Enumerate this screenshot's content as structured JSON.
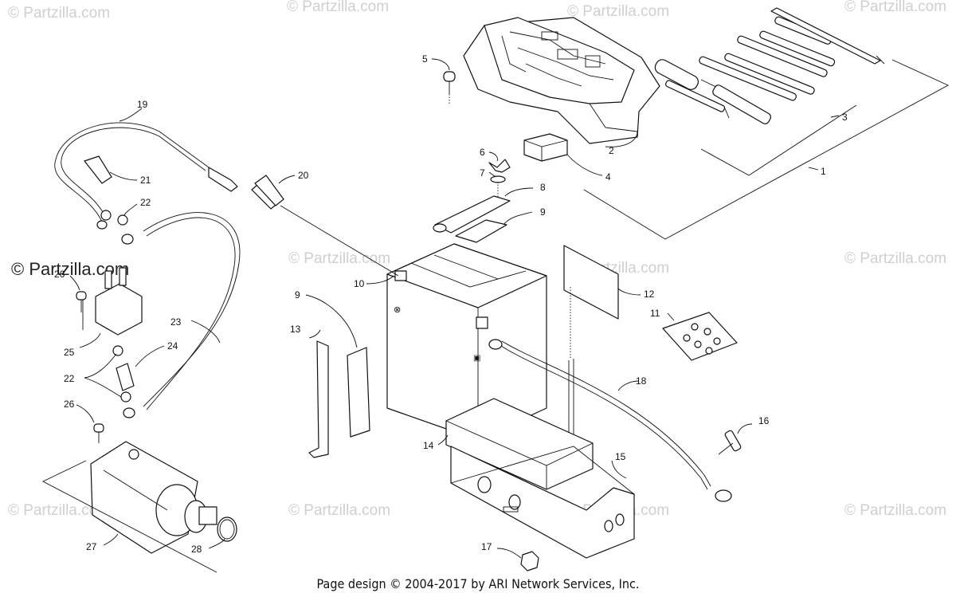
{
  "watermark": {
    "text": "© Partzilla.com"
  },
  "brand": {
    "text": "© Partzilla.com"
  },
  "footer": {
    "text": "Page design © 2004-2017 by ARI Network Services, Inc."
  },
  "callouts": [
    "1",
    "2",
    "3",
    "4",
    "5",
    "6",
    "7",
    "8",
    "9",
    "9",
    "10",
    "11",
    "12",
    "13",
    "14",
    "15",
    "16",
    "17",
    "18",
    "19",
    "20",
    "21",
    "22",
    "22",
    "23",
    "24",
    "25",
    "26",
    "26",
    "27",
    "28"
  ],
  "colors": {
    "line": "#111111",
    "watermark": "#cfcfcf",
    "background": "#ffffff"
  }
}
